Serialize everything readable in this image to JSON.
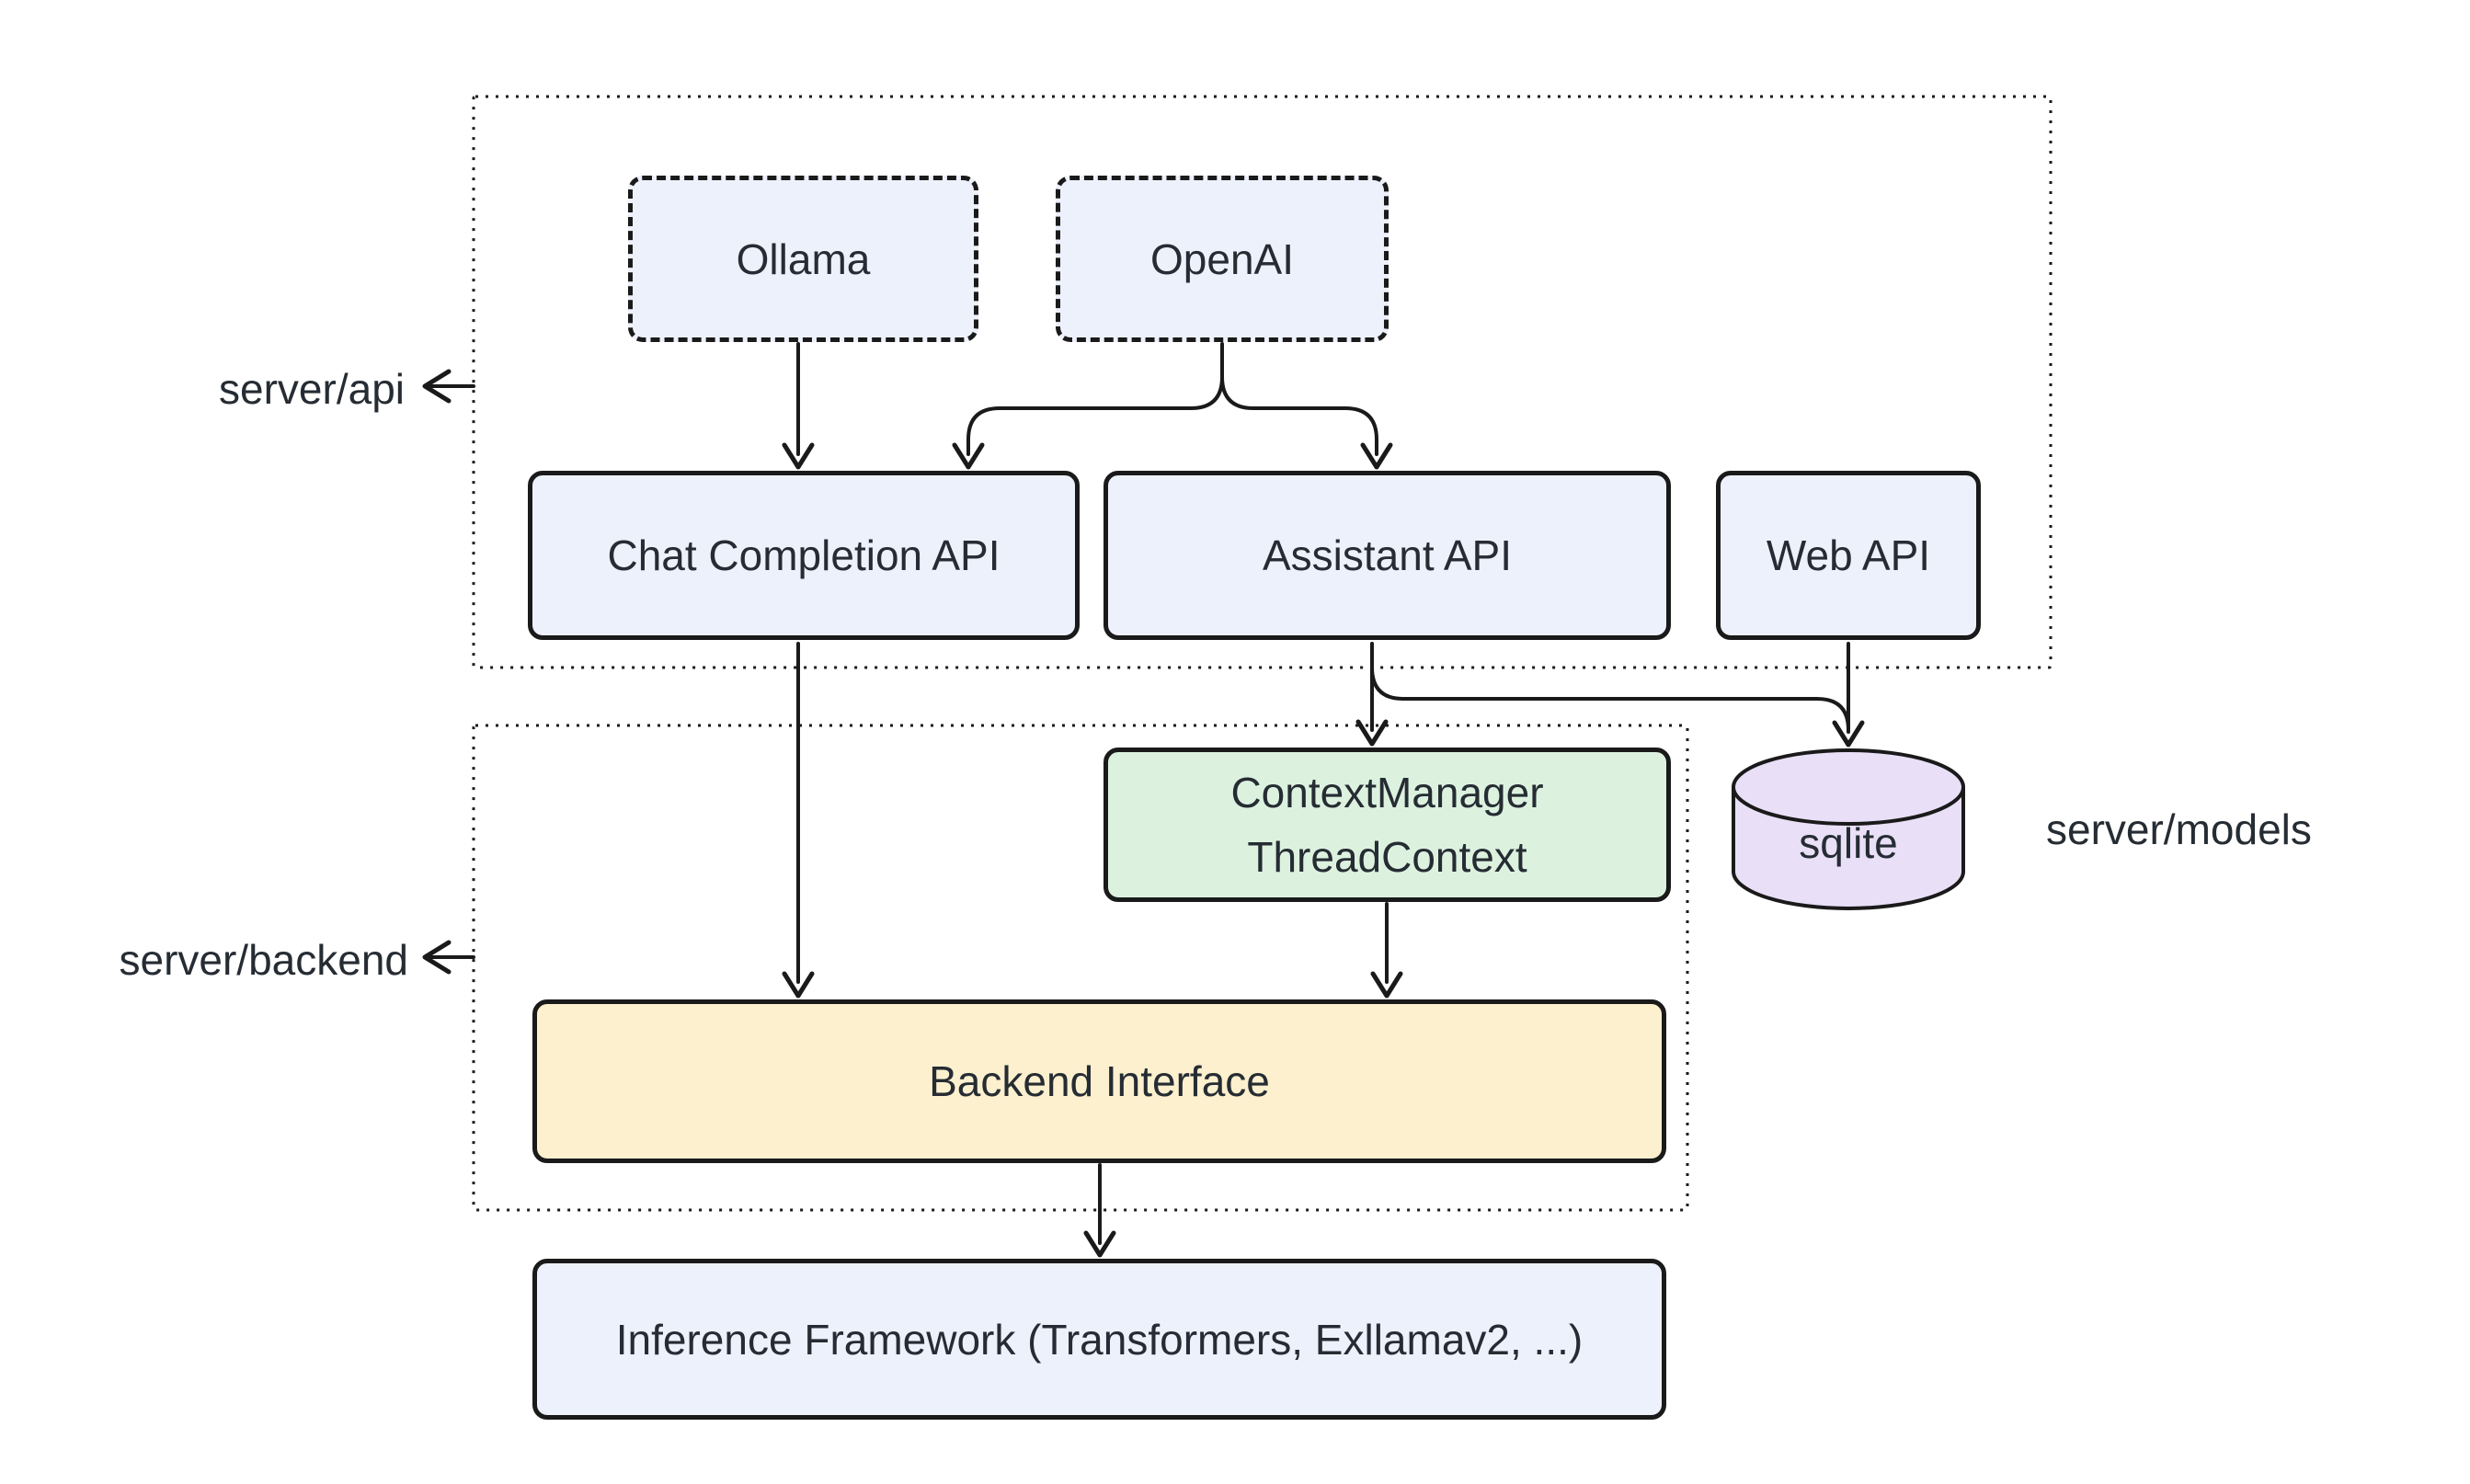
{
  "diagram": {
    "title_hint": "architecture flowchart",
    "colors": {
      "bg": "#ffffff",
      "line": "#1a1a1a",
      "text": "#262c33",
      "node-blue": "#edf1fb",
      "node-green": "#dcf2df",
      "node-yellow": "#fcf0ce",
      "node-purple": "#e9dff7"
    },
    "clusters": {
      "api": {
        "label": "server/api"
      },
      "backend": {
        "label": "server/backend"
      },
      "models": {
        "label": "server/models"
      }
    },
    "nodes": {
      "ollama": {
        "label": "Ollama"
      },
      "openai": {
        "label": "OpenAI"
      },
      "chat_completion": {
        "label": "Chat Completion API"
      },
      "assistant": {
        "label": "Assistant API"
      },
      "web_api": {
        "label": "Web API"
      },
      "context_manager": {
        "line1": "ContextManager",
        "line2": "ThreadContext"
      },
      "sqlite": {
        "label": "sqlite"
      },
      "backend_interface": {
        "label": "Backend Interface"
      },
      "inference": {
        "label": "Inference Framework (Transformers, Exllamav2, ...)"
      }
    },
    "edges": [
      "Ollama -> Chat Completion API",
      "OpenAI -> Chat Completion API",
      "OpenAI -> Assistant API",
      "Chat Completion API -> Backend Interface",
      "Assistant API -> ContextManager/ThreadContext",
      "Assistant API -> sqlite",
      "Web API -> sqlite",
      "ContextManager/ThreadContext -> Backend Interface",
      "Backend Interface -> Inference Framework"
    ]
  }
}
